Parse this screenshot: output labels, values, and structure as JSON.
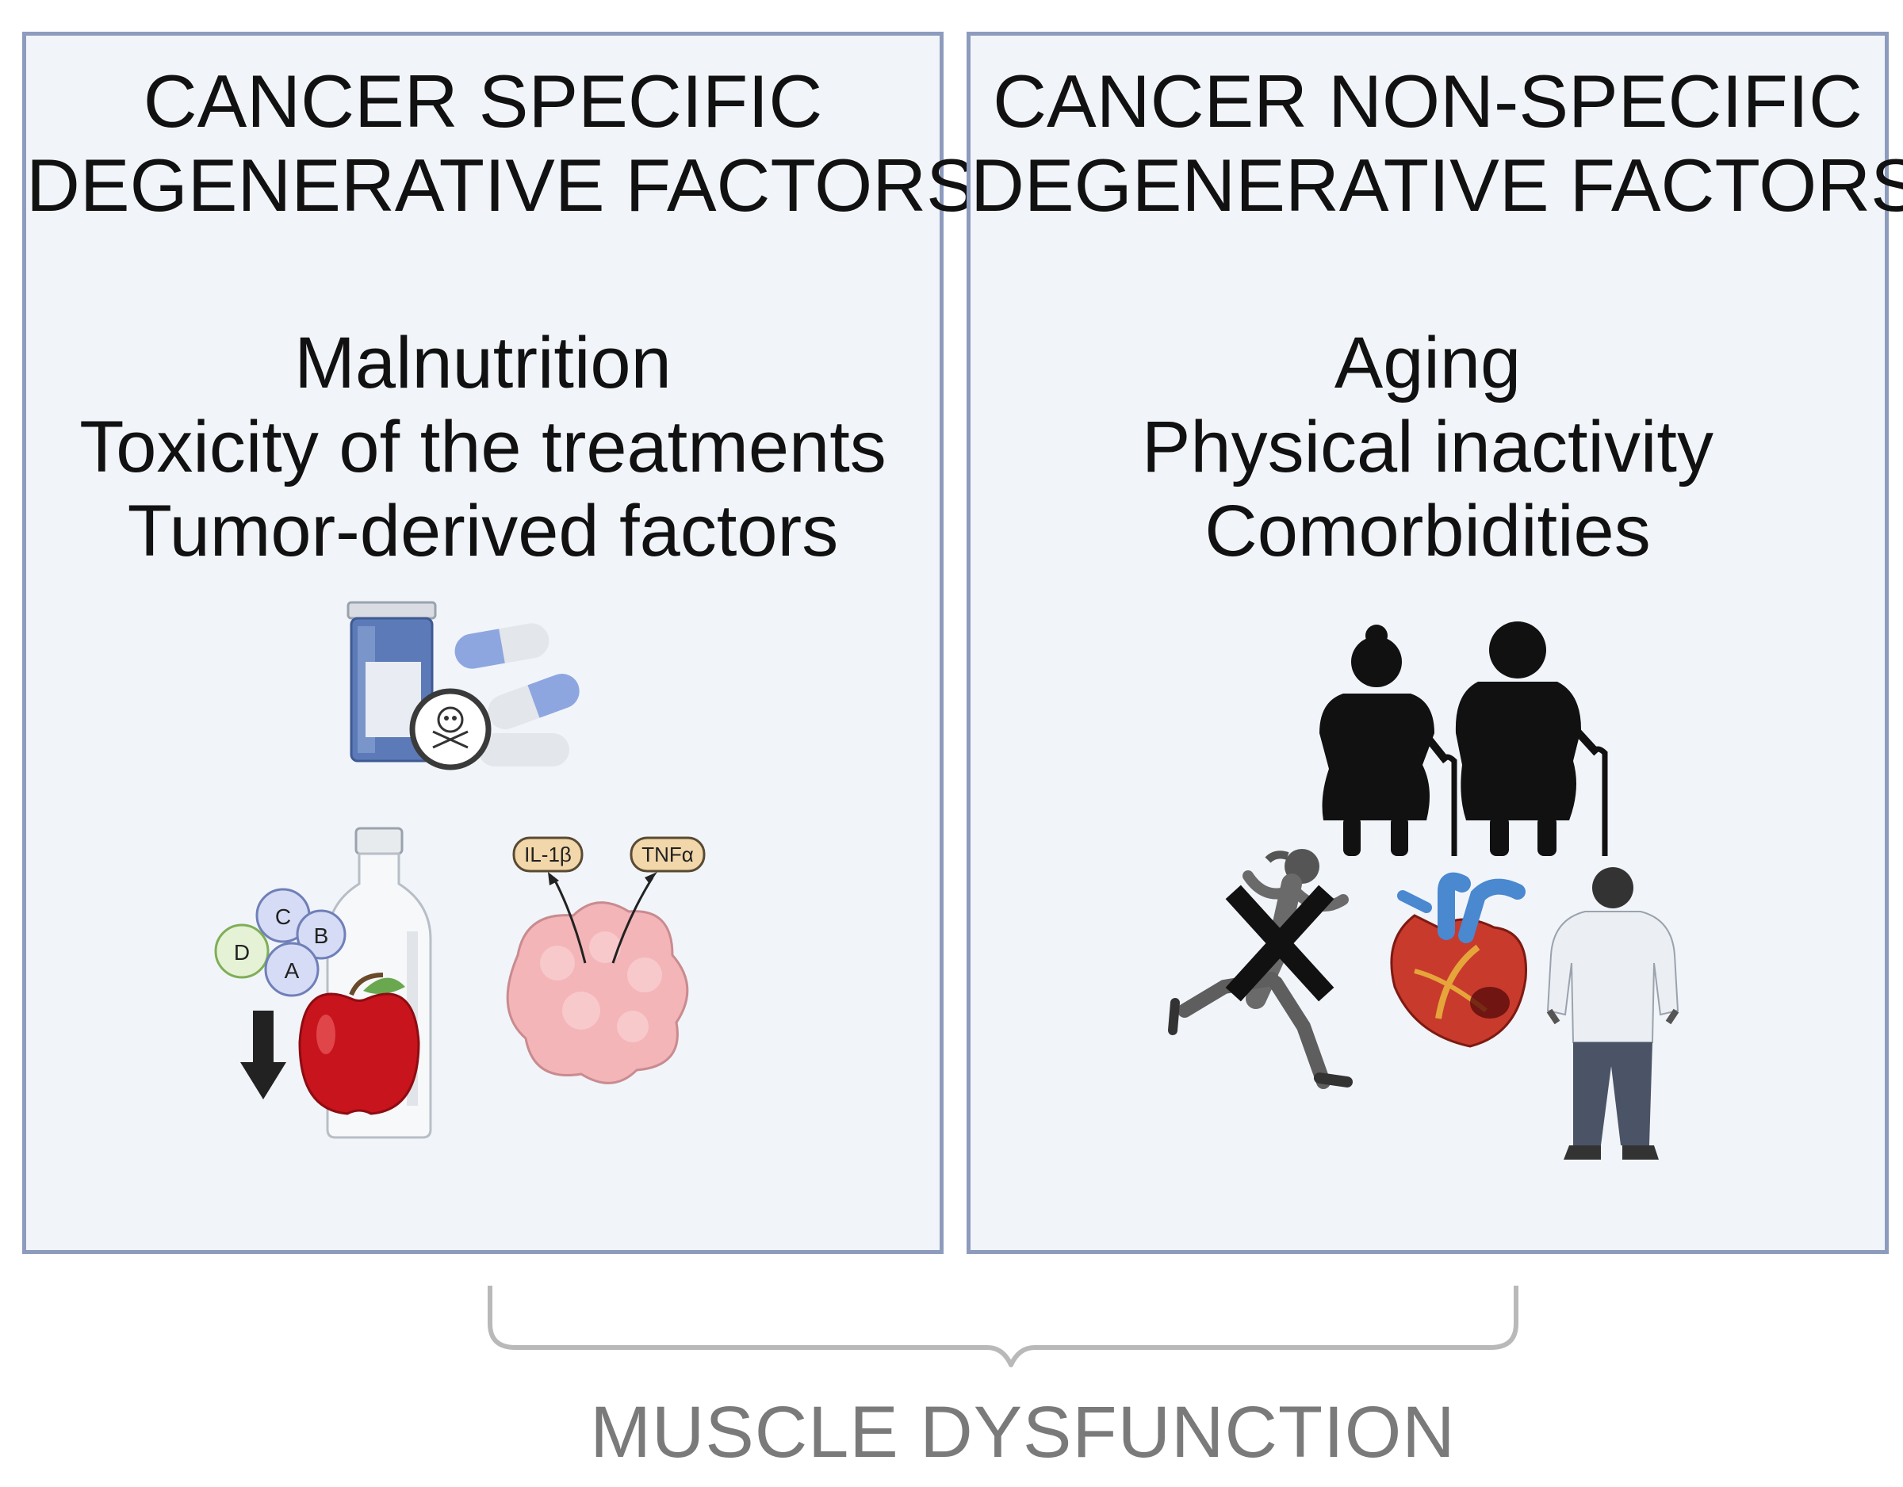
{
  "panels": {
    "left": {
      "heading": [
        "CANCER SPECIFIC",
        "DEGENERATIVE FACTORS"
      ],
      "factors": [
        "Malnutrition",
        "Toxicity of the treatments",
        "Tumor-derived factors"
      ],
      "vitamin_labels": [
        "C",
        "B",
        "D",
        "A"
      ],
      "cytokine_labels": [
        "IL-1β",
        "TNFα"
      ]
    },
    "right": {
      "heading": [
        "CANCER NON-SPECIFIC",
        "DEGENERATIVE FACTORS"
      ],
      "factors": [
        "Aging",
        "Physical inactivity",
        "Comorbidities"
      ]
    }
  },
  "conclusion": "MUSCLE DYSFUNCTION",
  "icons": [
    "pill-bottle-icon",
    "capsule-icon",
    "skull-crossbones-icon",
    "vitamin-bubbles-icon",
    "water-bottle-icon",
    "apple-icon",
    "down-arrow-icon",
    "tumor-icon",
    "elderly-couple-icon",
    "runner-icon",
    "cross-mark-icon",
    "heart-icon",
    "obese-person-icon"
  ],
  "colors": {
    "panel_fill": "#f1f5fa",
    "panel_border": "#8d9bbd",
    "conclusion_text": "#7a7a7a"
  }
}
